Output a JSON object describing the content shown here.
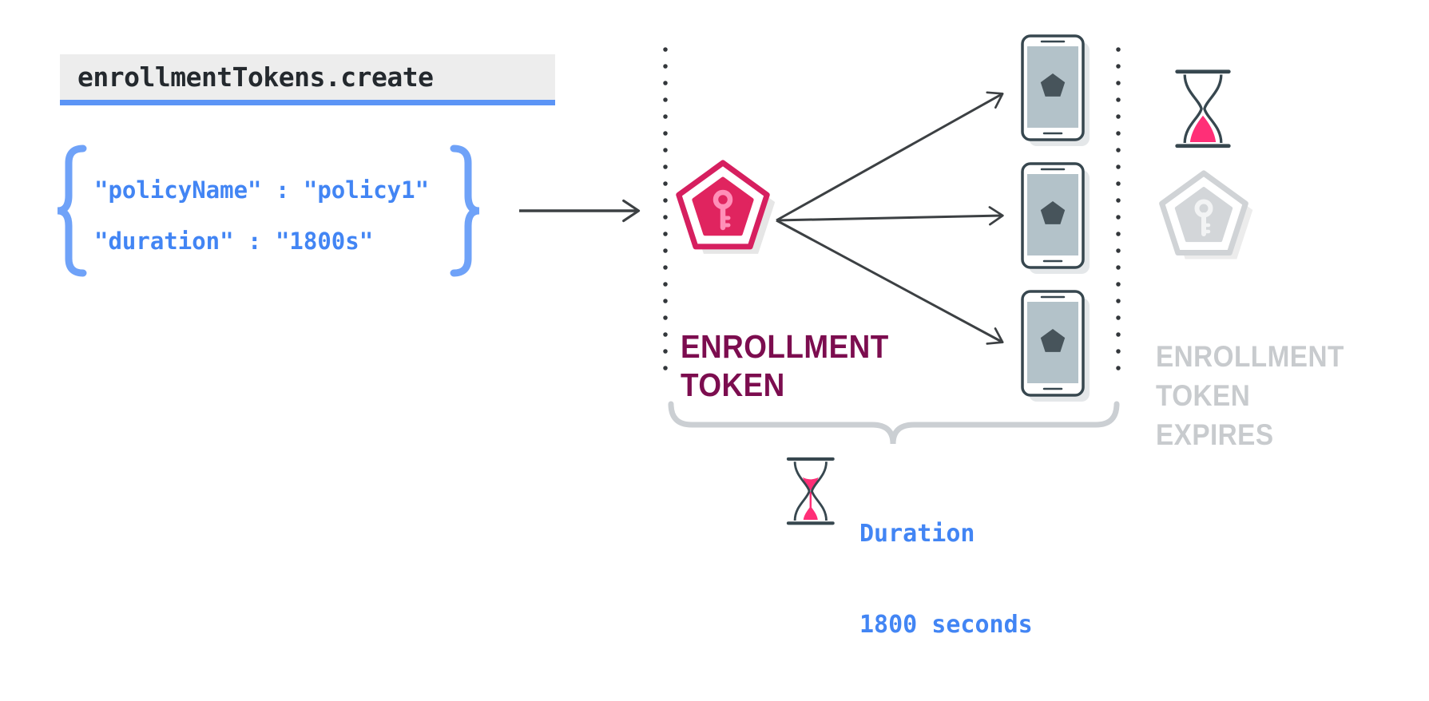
{
  "api_box": {
    "label": "enrollmentTokens.create"
  },
  "request": {
    "line1": "\"policyName\" : \"policy1\"",
    "line2": "\"duration\" : \"1800s\""
  },
  "token": {
    "line1": "ENROLLMENT",
    "line2": "TOKEN"
  },
  "expiry": {
    "line1": "ENROLLMENT",
    "line2": "TOKEN",
    "line3": "EXPIRES"
  },
  "duration": {
    "line1": "Duration",
    "line2": "1800 seconds"
  },
  "colors": {
    "accent_blue": "#4285f4",
    "brace_blue": "#6fa2f8",
    "underline_blue": "#5b94f6",
    "token_crimson_border": "#d61f5f",
    "token_crimson_fill": "#e0245f",
    "key_pink": "#ff8fb8",
    "sand_pink": "#ff2f77",
    "token_text_maroon": "#7c0d4f",
    "expired_gray_text": "#c8cbce",
    "expired_gray_fill": "#d3d6d9",
    "stroke_dark": "#3c4043",
    "device_outline": "#37474f",
    "device_screen": "#b3c2c9",
    "api_box_bg": "#ededed"
  },
  "icons": {
    "enrollment-token-icon": "pentagon-key",
    "enrollment-token-expired-icon": "pentagon-key-gray",
    "device-icon": "smartphone-with-pentagon",
    "hourglass-expired-icon": "hourglass-sand-at-bottom",
    "hourglass-duration-icon": "hourglass-sand-flowing",
    "request-arrow-icon": "arrow-right",
    "provisioning-arrows-icon": "arrow-fanout-3",
    "boundary-dotted-line": "vertical-dotted-line",
    "duration-brace": "horizontal-curly-brace",
    "json-braces": "blue-curly-braces"
  }
}
